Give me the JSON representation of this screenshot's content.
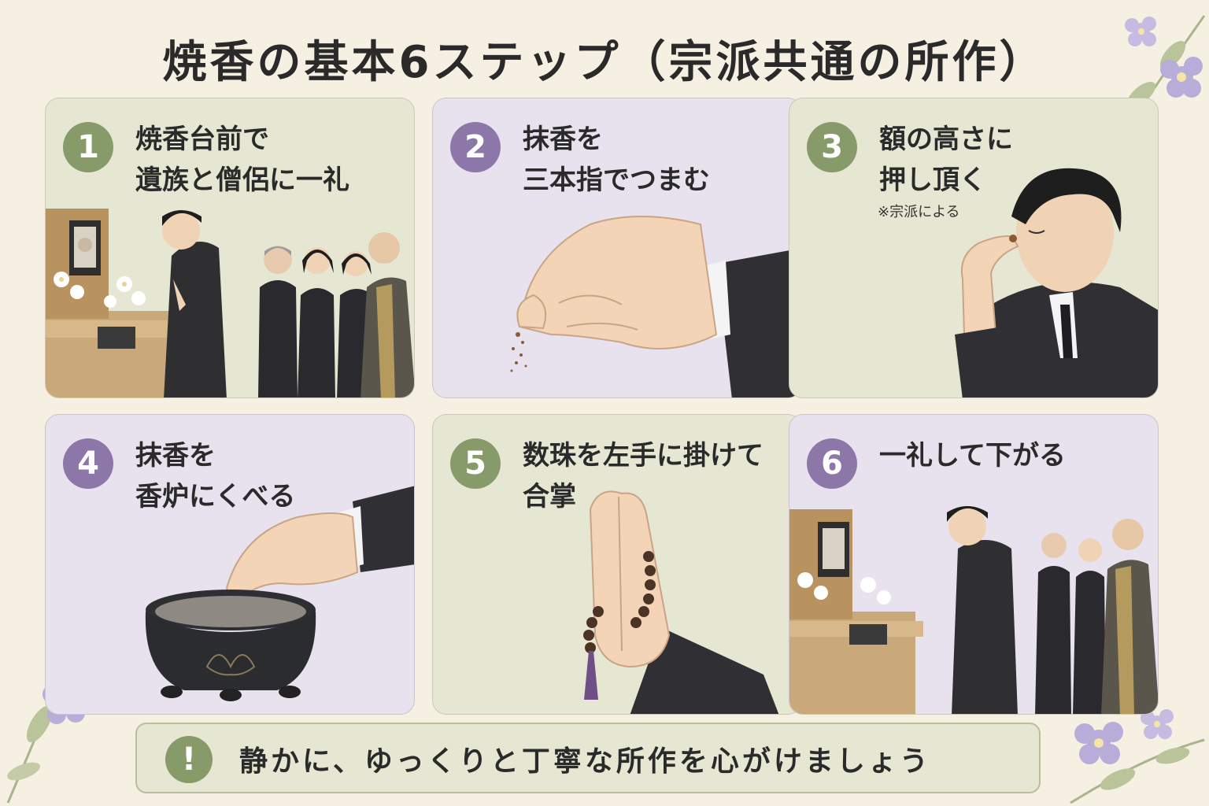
{
  "title": "焼香の基本6ステップ（宗派共通の所作）",
  "steps": [
    {
      "number": "1",
      "lines": [
        "焼香台前で",
        "遺族と僧侶に一礼"
      ],
      "note": ""
    },
    {
      "number": "2",
      "lines": [
        "抹香を",
        "三本指でつまむ"
      ],
      "note": ""
    },
    {
      "number": "3",
      "lines": [
        "額の高さに",
        "押し頂く"
      ],
      "note": "※宗派による"
    },
    {
      "number": "4",
      "lines": [
        "抹香を",
        "香炉にくべる"
      ],
      "note": ""
    },
    {
      "number": "5",
      "lines": [
        "数珠を左手に掛けて",
        "合掌"
      ],
      "note": ""
    },
    {
      "number": "6",
      "lines": [
        "一礼して下がる"
      ],
      "note": ""
    }
  ],
  "banner": {
    "icon": "!",
    "message": "静かに、ゆっくりと丁寧な所作を心がけましょう"
  },
  "colors": {
    "green": "#879a6a",
    "purple": "#8d77a8",
    "green_card": "#e6e7d3",
    "purple_card": "#e7e2ee",
    "background": "#f6f0e2"
  }
}
